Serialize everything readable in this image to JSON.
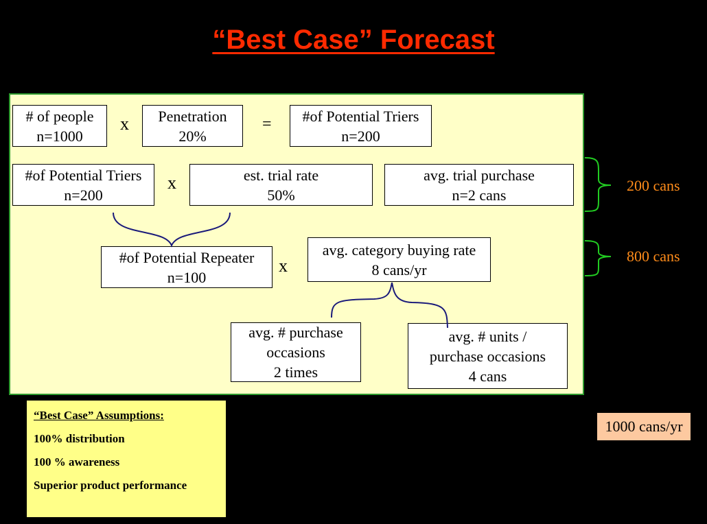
{
  "title": "“Best Case” Forecast",
  "row1": {
    "people": {
      "label": "# of people",
      "value": "n=1000"
    },
    "op1": "x",
    "penetration": {
      "label": "Penetration",
      "value": "20%"
    },
    "eq": "=",
    "triers": {
      "label": "#of Potential Triers",
      "value": "n=200"
    }
  },
  "row2": {
    "triers": {
      "label": "#of Potential Triers",
      "value": "n=200"
    },
    "op": "x",
    "trial_rate": {
      "label": "est. trial rate",
      "value": "50%"
    },
    "trial_purchase": {
      "label": "avg. trial purchase",
      "value": "n=2 cans"
    }
  },
  "row3": {
    "repeater": {
      "label": "#of Potential Repeater",
      "value": "n=100"
    },
    "op": "x",
    "buying_rate": {
      "label": "avg. category buying rate",
      "value": "8 cans/yr"
    }
  },
  "row4": {
    "occasions": {
      "line1": "avg. # purchase",
      "line2": "occasions",
      "value": "2 times"
    },
    "units": {
      "line1": "avg. # units /",
      "line2": "purchase occasions",
      "value": "4 cans"
    }
  },
  "side": {
    "trial_cans": "200 cans",
    "repeat_cans": "800 cans",
    "total": "1000 cans/yr"
  },
  "assumptions": {
    "heading": "“Best Case” Assumptions:",
    "items": [
      "100% distribution",
      "100 % awareness",
      "Superior product performance"
    ]
  },
  "colors": {
    "title": "#ff2a00",
    "panel": "#ffffc8",
    "panel_border": "#2e9a2e",
    "orange_text": "#ff8c1a",
    "bracket_green": "#22cc22",
    "connector_navy": "#1a1a7a",
    "total_bg": "#fdc9a0",
    "assumptions_bg": "#ffff88"
  }
}
